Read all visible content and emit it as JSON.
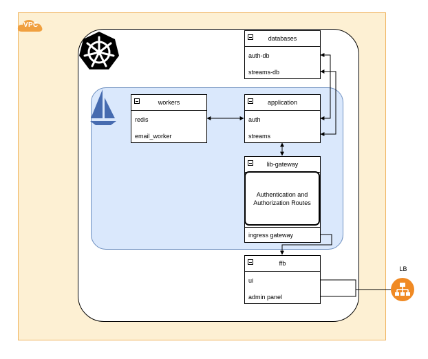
{
  "vpc": {
    "label": "VPC",
    "color": "#f0b35e"
  },
  "logos": {
    "cluster": "kubernetes-icon",
    "mesh": "istio-icon",
    "lb": "load-balancer-icon"
  },
  "databases": {
    "title": "databases",
    "rows": [
      "auth-db",
      "streams-db"
    ]
  },
  "workers": {
    "title": "workers",
    "rows": [
      "redis",
      "email_worker"
    ]
  },
  "application": {
    "title": "application",
    "rows": [
      "auth",
      "streams"
    ]
  },
  "lib_gateway": {
    "title": "lib-gateway",
    "inner": "Authentication and Authorization Routes",
    "rows": [
      "ingress gateway"
    ]
  },
  "ffb": {
    "title": "ffb",
    "rows": [
      "ui",
      "admin panel"
    ]
  },
  "lb": {
    "label": "LB",
    "color": "#f08a24"
  },
  "mesh": {
    "fill": "#dae8fc",
    "stroke": "#6c8ebf"
  }
}
